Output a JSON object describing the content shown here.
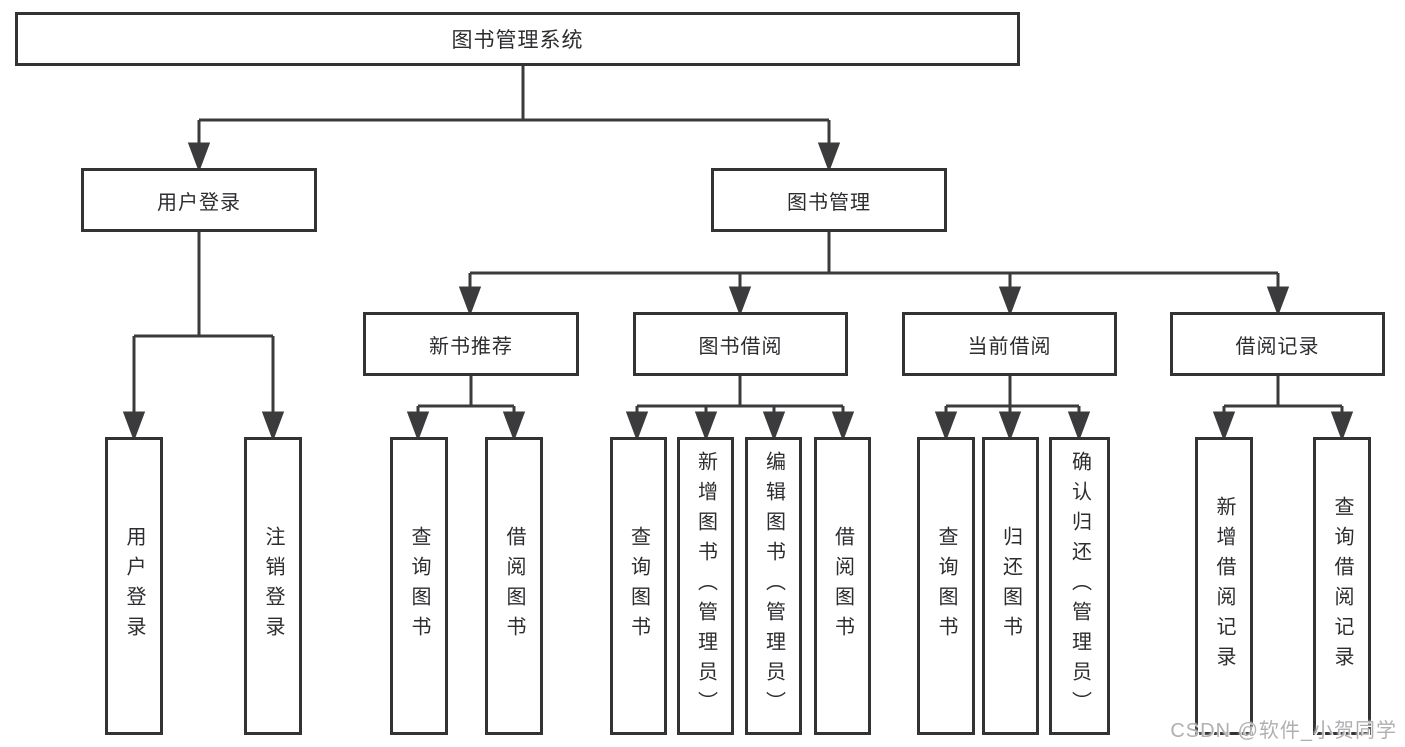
{
  "tree": {
    "root": "图书管理系统",
    "branches": {
      "user_login": {
        "label": "用户登录",
        "children": [
          "用户登录",
          "注销登录"
        ]
      },
      "book_mgmt": {
        "label": "图书管理",
        "sections": [
          {
            "label": "新书推荐",
            "children": [
              "查询图书",
              "借阅图书"
            ]
          },
          {
            "label": "图书借阅",
            "children": [
              "查询图书",
              "新增图书（管理员）",
              "编辑图书（管理员）",
              "借阅图书"
            ]
          },
          {
            "label": "当前借阅",
            "children": [
              "查询图书",
              "归还图书",
              "确认归还（管理员）"
            ]
          },
          {
            "label": "借阅记录",
            "children": [
              "新增借阅记录",
              "查询借阅记录"
            ]
          }
        ]
      }
    }
  },
  "watermark": {
    "text": "CSDN @软件_小贺同学"
  },
  "colors": {
    "background": "#ffffff",
    "box_border": "#333336",
    "connector_line": "#3b3b3d",
    "text": "#2d2d30",
    "watermark_text": "#b0b0b3"
  }
}
